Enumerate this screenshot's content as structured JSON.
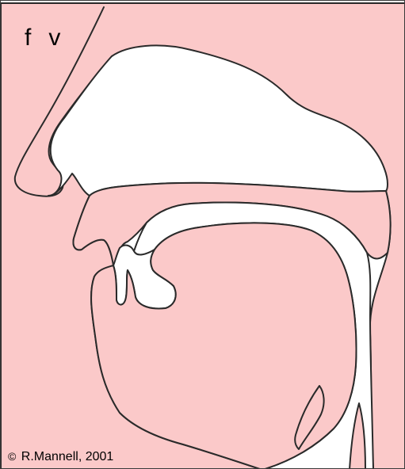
{
  "diagram": {
    "phoneme_symbols": [
      "f",
      "v"
    ],
    "copyright": {
      "symbol": "©",
      "text": "R.Mannell, 2001"
    },
    "colors": {
      "tissue_fill": "#fbc9c9",
      "outline": "#2a2a2a",
      "background": "#ffffff"
    }
  }
}
